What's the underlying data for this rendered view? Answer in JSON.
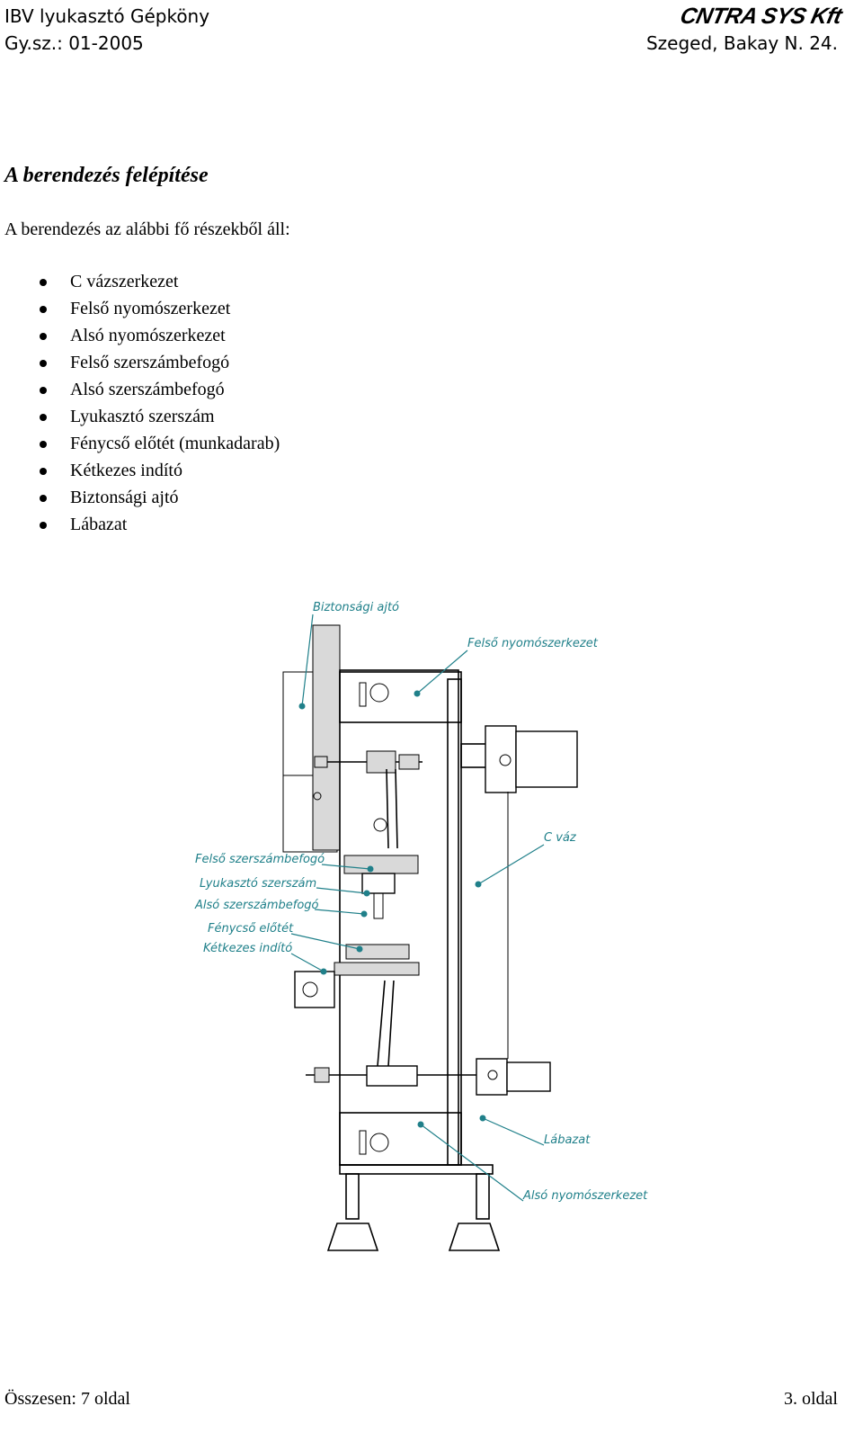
{
  "header": {
    "doc_title": "IBV lyukasztó Gépköny",
    "doc_number": "Gy.sz.: 01-2005",
    "company_logo": "CNTRA SYS Kft",
    "address": "Szeged, Bakay N. 24."
  },
  "section": {
    "title": "A berendezés felépítése",
    "intro": "A berendezés az alábbi fő részekből áll:"
  },
  "parts": [
    "C vázszerkezet",
    "Felső nyomószerkezet",
    "Alsó nyomószerkezet",
    "Felső szerszámbefogó",
    "Alsó szerszámbefogó",
    "Lyukasztó szerszám",
    "Fénycső előtét (munkadarab)",
    "Kétkezes indító",
    "Biztonsági ajtó",
    "Lábazat"
  ],
  "drawing": {
    "labels": {
      "biztonsagi_ajto": "Biztonsági ajtó",
      "felso_nyomoszerkezet": "Felső nyomószerkezet",
      "c_vaz": "C váz",
      "felso_szerszambefogo": "Felső szerszámbefogó",
      "lyukaszto_szerszam": "Lyukasztó szerszám",
      "also_szerszambefogo": "Alsó szerszámbefogó",
      "fenycso_elotet": "Fénycső előtét",
      "ketkezes_indito": "Kétkezes indító",
      "labazat": "Lábazat",
      "also_nyomoszerkezet": "Alsó nyomószerkezet"
    },
    "label_color": "#20808a"
  },
  "footer": {
    "total_pages": "Összesen:  7 oldal",
    "page_number": "3. oldal"
  }
}
